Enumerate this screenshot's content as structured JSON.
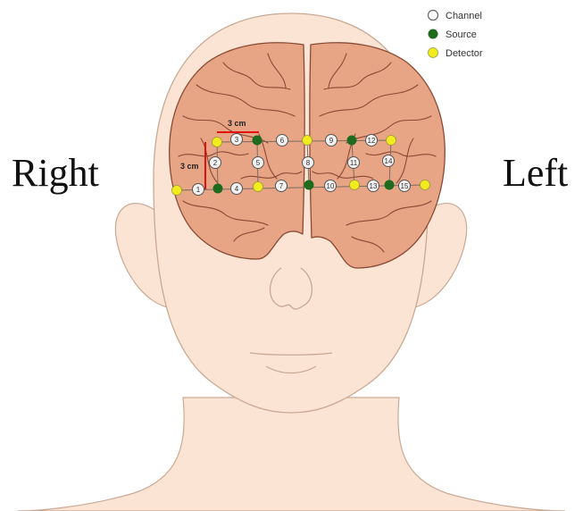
{
  "side_labels": {
    "right": "Right",
    "left": "Left"
  },
  "legend": [
    {
      "label": "Channel",
      "kind": "channel"
    },
    {
      "label": "Source",
      "kind": "source"
    },
    {
      "label": "Detector",
      "kind": "detector"
    }
  ],
  "distance_labels": {
    "horizontal": "3 cm",
    "vertical": "3 cm"
  },
  "channels": [
    "1",
    "2",
    "3",
    "4",
    "5",
    "6",
    "7",
    "8",
    "9",
    "10",
    "11",
    "12",
    "13",
    "14",
    "15"
  ],
  "colors": {
    "source": "#1e6b1e",
    "detector": "#f2ec1f",
    "channel_fill": "#f1f1f1",
    "skin": "#fbe4d4",
    "skin_outline": "#c9a994",
    "brain": "#e7a585",
    "brain_outline": "#8a4a35",
    "distance_marker": "#e01010"
  }
}
